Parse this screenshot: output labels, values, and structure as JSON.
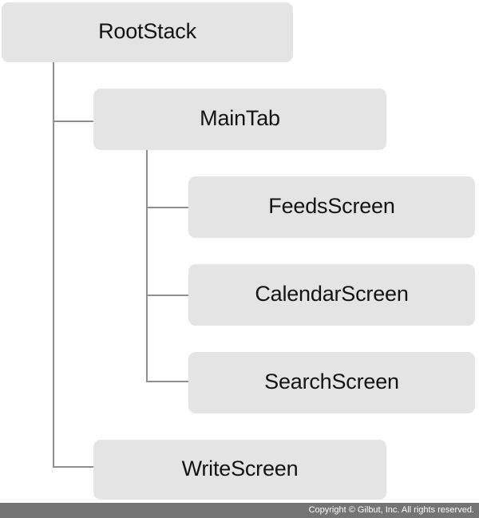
{
  "diagram": {
    "type": "navigation-hierarchy-tree",
    "colors": {
      "node_fill": "#e4e4e4",
      "node_text": "#131313",
      "connector": "#8e8e8e",
      "footer_bar": "#747474",
      "footer_text": "#ffffff",
      "background": "#ffffff"
    },
    "nodes": {
      "root": {
        "label": "RootStack",
        "level": 0
      },
      "main_tab": {
        "label": "MainTab",
        "level": 1
      },
      "feeds": {
        "label": "FeedsScreen",
        "level": 2
      },
      "calendar": {
        "label": "CalendarScreen",
        "level": 2
      },
      "search": {
        "label": "SearchScreen",
        "level": 2
      },
      "write": {
        "label": "WriteScreen",
        "level": 1
      }
    },
    "edges": [
      {
        "from": "root",
        "to": "main_tab"
      },
      {
        "from": "root",
        "to": "write"
      },
      {
        "from": "main_tab",
        "to": "feeds"
      },
      {
        "from": "main_tab",
        "to": "calendar"
      },
      {
        "from": "main_tab",
        "to": "search"
      }
    ]
  },
  "footer": {
    "copyright": "Copyright © Gilbut, Inc. All rights reserved."
  }
}
